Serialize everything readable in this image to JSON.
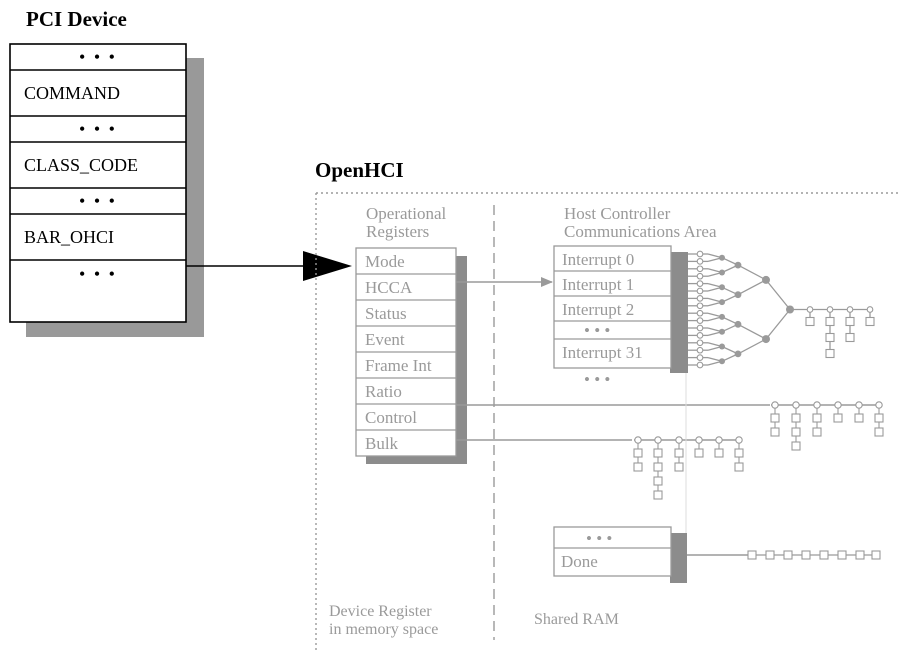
{
  "pci": {
    "title": "PCI Device",
    "rows": [
      "• • •",
      "COMMAND",
      "• • •",
      "CLASS_CODE",
      "• • •",
      "BAR_OHCI",
      "• • •"
    ]
  },
  "openhci": {
    "title": "OpenHCI",
    "operational_header": [
      "Operational",
      "Registers"
    ],
    "registers": [
      "Mode",
      "HCCA",
      "Status",
      "Event",
      "Frame Int",
      "Ratio",
      "Control",
      "Bulk"
    ],
    "hcca_header": [
      "Host Controller",
      "Communications Area"
    ],
    "interrupts": [
      "Interrupt 0",
      "Interrupt 1",
      "Interrupt 2",
      "• • •",
      "Interrupt 31"
    ],
    "interrupt_more": "• • •",
    "done_box": [
      "• • •",
      "Done"
    ],
    "region_labels": {
      "device_register": [
        "Device Register",
        "in memory space"
      ],
      "shared_ram": "Shared RAM"
    }
  },
  "colors": {
    "black": "#000000",
    "gray": "#9a9a9a",
    "shadow": "#999999",
    "dark_shadow": "#8c8c8c"
  }
}
